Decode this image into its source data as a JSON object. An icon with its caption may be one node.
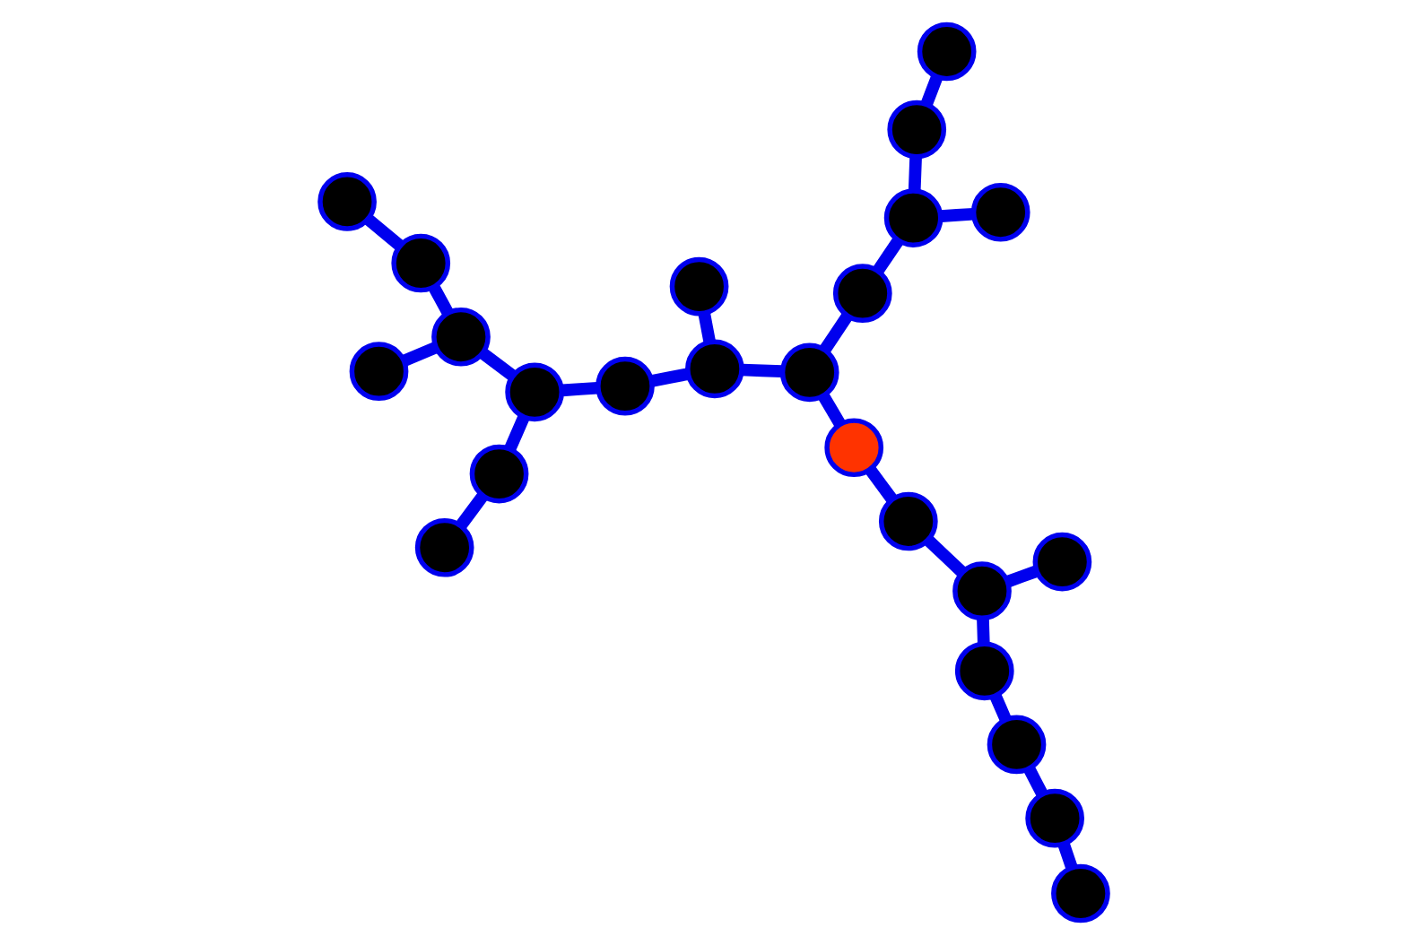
{
  "diagram": {
    "nodes": [
      {
        "text": [],
        "shape": "circle"
      },
      {
        "text": [],
        "shape": "circle"
      },
      {
        "text": [],
        "shape": "circle"
      },
      {
        "text": [],
        "shape": "circle"
      },
      {
        "text": [],
        "shape": "circle"
      },
      {
        "text": [],
        "shape": "circle"
      },
      {
        "text": [],
        "shape": "circle"
      },
      {
        "text": [],
        "shape": "circle"
      },
      {
        "text": [],
        "shape": "circle"
      },
      {
        "text": [],
        "shape": "circle"
      },
      {
        "text": [],
        "shape": "circle"
      },
      {
        "text": [],
        "shape": "circle"
      },
      {
        "text": [],
        "shape": "circle"
      },
      {
        "text": [],
        "shape": "circle"
      },
      {
        "text": [],
        "shape": "circle"
      },
      {
        "text": [],
        "shape": "circle"
      },
      {
        "text": [],
        "shape": "circle"
      },
      {
        "text": [],
        "shape": "circle"
      },
      {
        "text": [],
        "shape": "circle"
      },
      {
        "text": [],
        "shape": "circle"
      },
      {
        "text": [],
        "shape": "circle"
      },
      {
        "text": [],
        "shape": "circle"
      },
      {
        "text": [],
        "shape": "circle"
      },
      {
        "text": [],
        "shape": "circle"
      }
    ],
    "edges": [
      {
        "from": 17,
        "to": 10,
        "arrow": "none"
      },
      {
        "from": 10,
        "to": 2,
        "arrow": "none"
      },
      {
        "from": 2,
        "to": 0,
        "arrow": "none"
      },
      {
        "from": 0,
        "to": 5,
        "arrow": "none"
      },
      {
        "from": 5,
        "to": 7,
        "arrow": "none"
      },
      {
        "from": 5,
        "to": 1,
        "arrow": "none"
      },
      {
        "from": 1,
        "to": 9,
        "arrow": "none"
      },
      {
        "from": 9,
        "to": 12,
        "arrow": "none"
      },
      {
        "from": 12,
        "to": 18,
        "arrow": "none"
      },
      {
        "from": 18,
        "to": 21,
        "arrow": "none"
      },
      {
        "from": 21,
        "to": 19,
        "arrow": "none"
      },
      {
        "from": 19,
        "to": 15,
        "arrow": "none"
      },
      {
        "from": 21,
        "to": 22,
        "arrow": "none"
      },
      {
        "from": 12,
        "to": 14,
        "arrow": "none"
      },
      {
        "from": 14,
        "to": 23,
        "arrow": "none"
      },
      {
        "from": 14,
        "to": 13,
        "arrow": "none"
      },
      {
        "from": 13,
        "to": 11,
        "arrow": "none"
      },
      {
        "from": 11,
        "to": 8,
        "arrow": "none"
      },
      {
        "from": 8,
        "to": 6,
        "arrow": "none"
      },
      {
        "from": 6,
        "to": 3,
        "arrow": "none"
      },
      {
        "from": 8,
        "to": 4,
        "arrow": "none"
      },
      {
        "from": 11,
        "to": 16,
        "arrow": "none"
      },
      {
        "from": 16,
        "to": 20,
        "arrow": "none"
      }
    ]
  }
}
